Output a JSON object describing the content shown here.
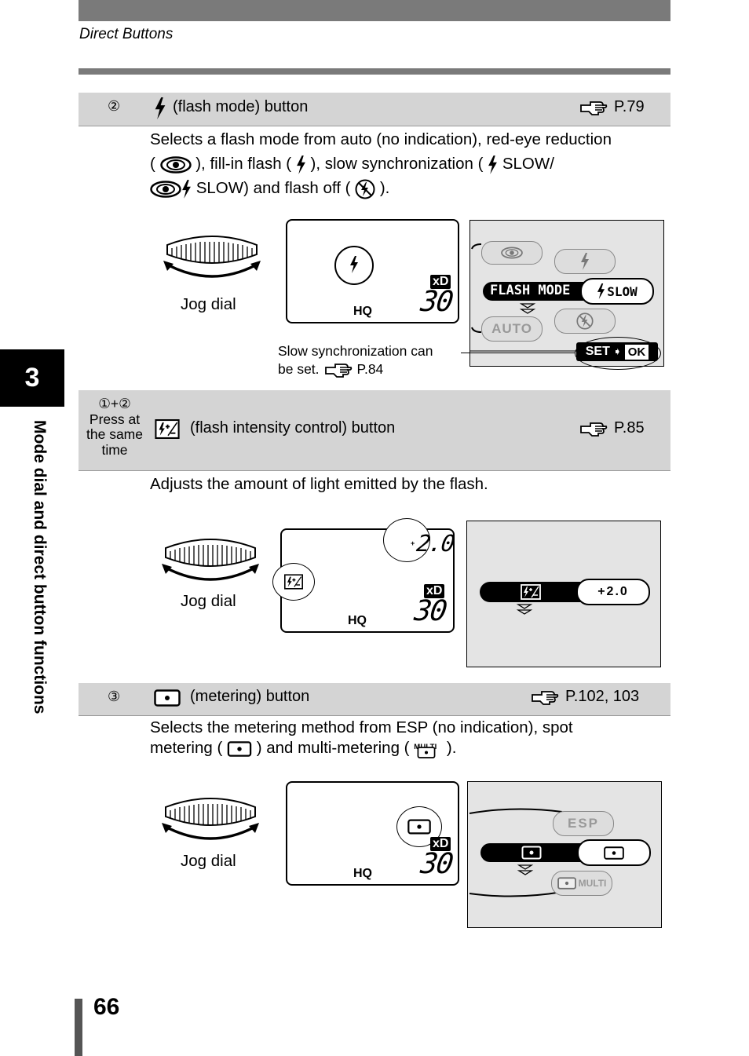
{
  "header": {
    "title": "Direct Buttons"
  },
  "side": {
    "chapter": "3",
    "label": "Mode dial and direct button functions"
  },
  "page": {
    "number": "66"
  },
  "sections": [
    {
      "num": "②",
      "label": "(flash mode) button",
      "ref": "P.79",
      "desc": {
        "l1": "Selects a flash mode from auto (no indication), red-eye reduction",
        "l2a": "(",
        "l2b": "), fill-in flash (",
        "l2c": "), slow synchronization (",
        "l2d": "SLOW/",
        "l3a": "SLOW) and flash off (",
        "l3b": ")."
      },
      "jog": "Jog dial",
      "lcd": {
        "quality": "HQ",
        "card": "xD",
        "count": "30"
      },
      "menu": {
        "title": "FLASH MODE",
        "slow": "SLOW",
        "auto": "AUTO",
        "set": "SET",
        "ok": "OK"
      },
      "note": {
        "l1": "Slow synchronization can",
        "l2": "be set.",
        "ref": "P.84"
      }
    },
    {
      "num": "①+②",
      "press": [
        "Press at",
        "the same",
        "time"
      ],
      "label": "(flash intensity control) button",
      "ref": "P.85",
      "desc": "Adjusts the amount of light emitted by the flash.",
      "jog": "Jog dial",
      "lcd": {
        "quality": "HQ",
        "card": "xD",
        "count": "30",
        "ev": "2.0"
      },
      "menu": {
        "value": "+2.0"
      }
    },
    {
      "num": "③",
      "label": "(metering) button",
      "ref": "P.102, 103",
      "desc": {
        "l1": "Selects the metering method from ESP (no indication), spot",
        "l2a": "metering (",
        "l2b": ") and multi-metering (",
        "l2c": ")."
      },
      "multi_small": "MULTI",
      "jog": "Jog dial",
      "lcd": {
        "quality": "HQ",
        "card": "xD",
        "count": "30"
      },
      "menu": {
        "esp": "ESP",
        "multi": "MULTI"
      }
    }
  ]
}
